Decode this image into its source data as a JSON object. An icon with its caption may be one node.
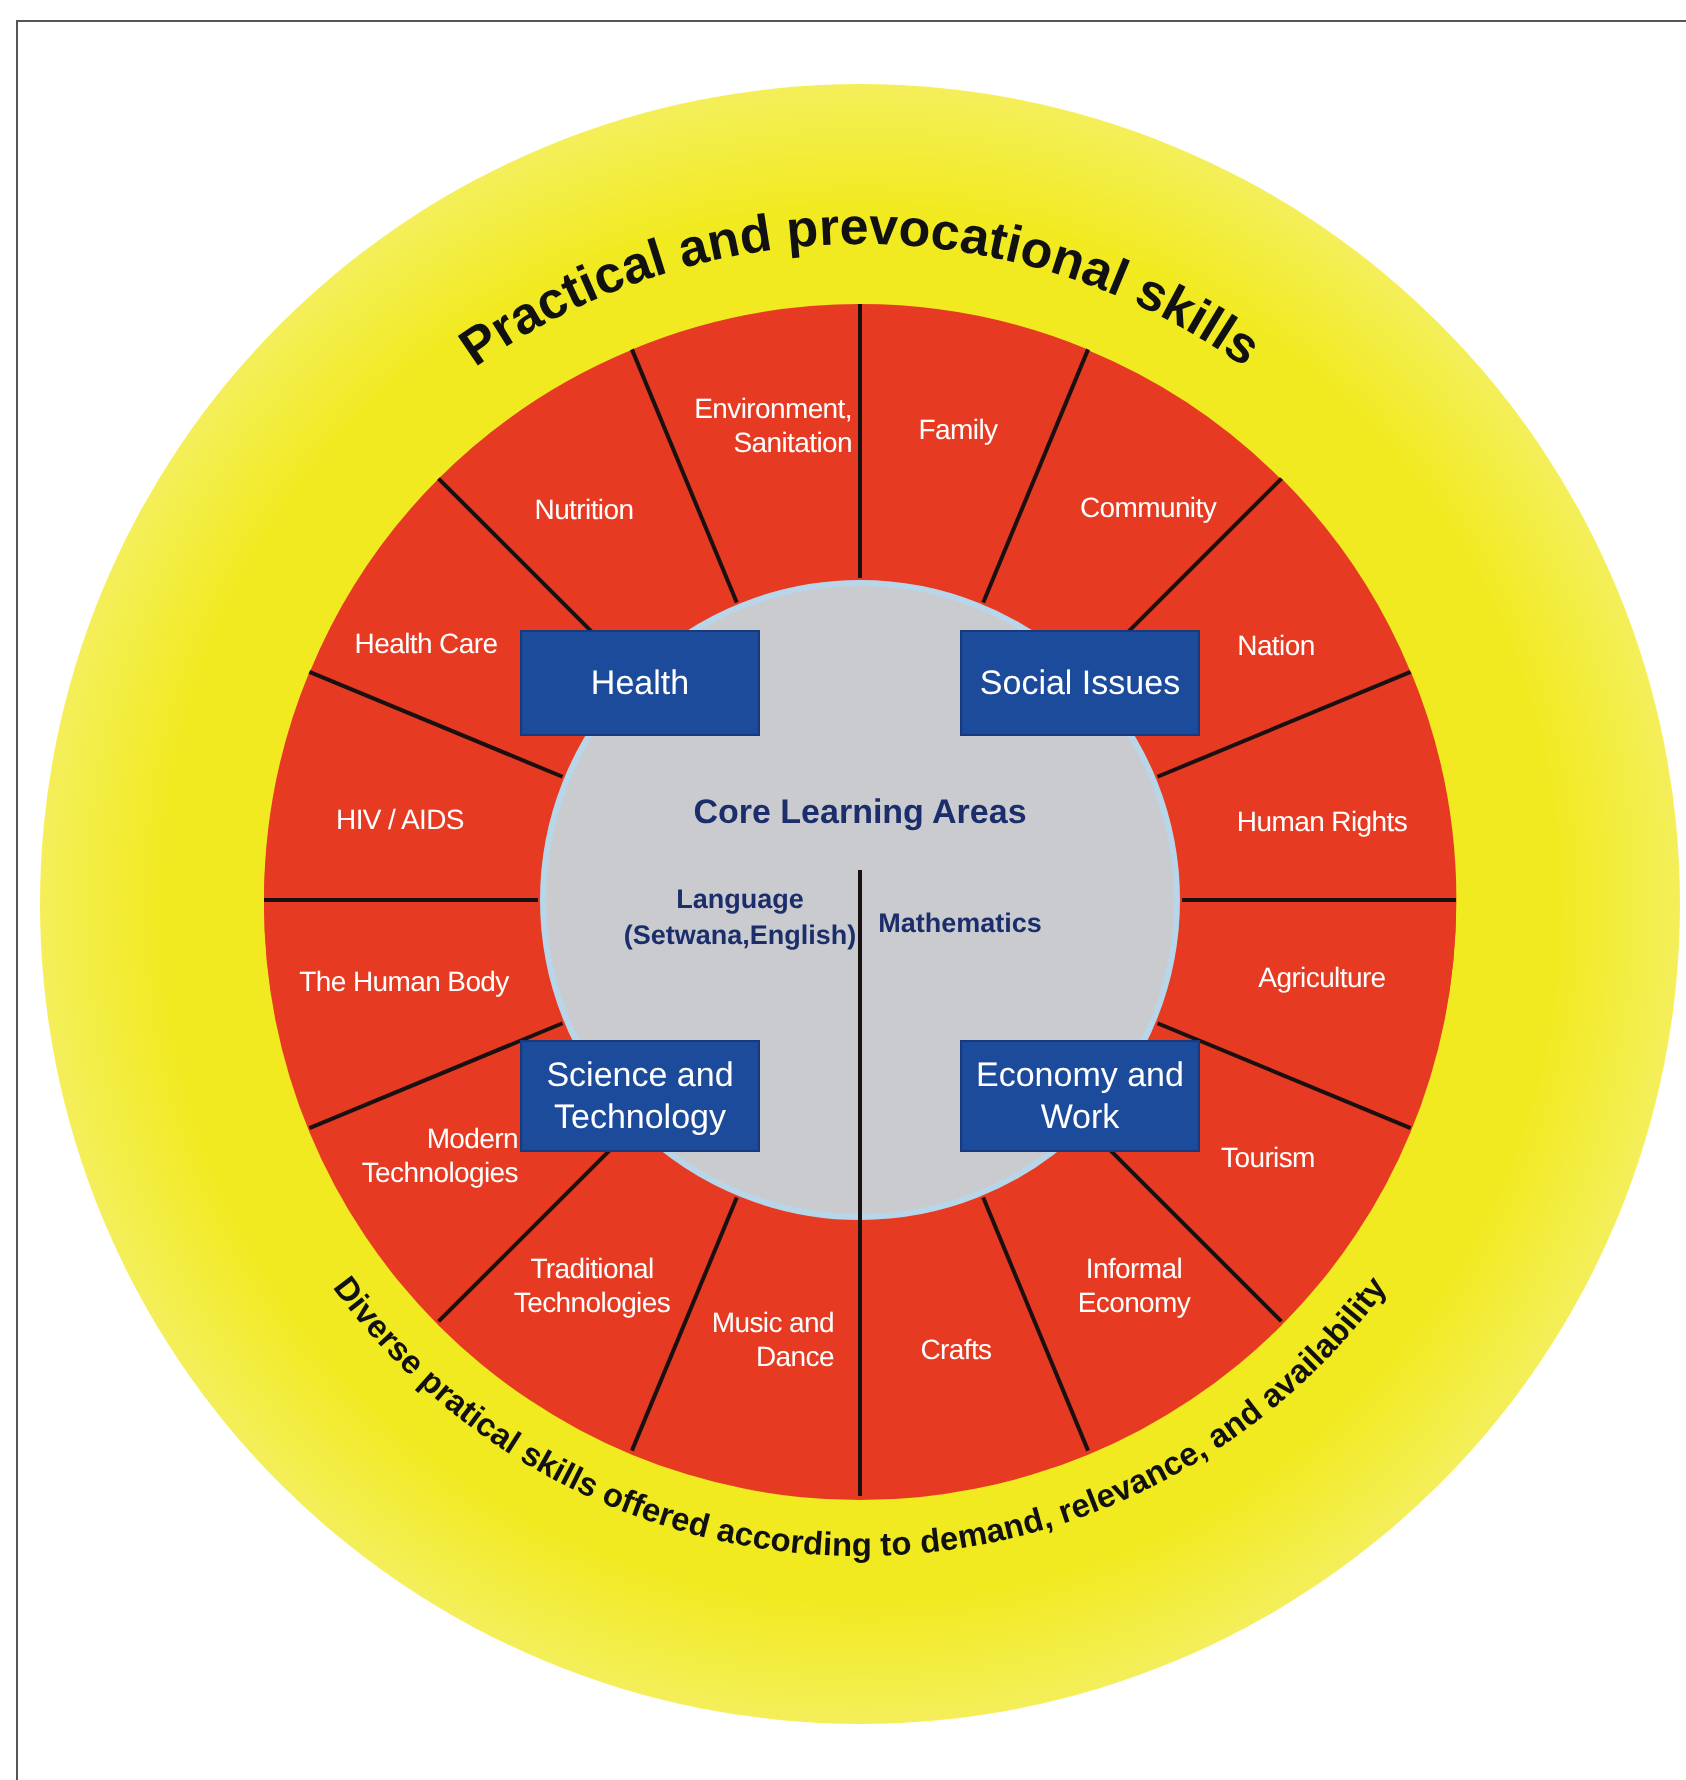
{
  "diagram": {
    "nodes": [
      {
        "text": [
          "Practical and prevocational skills",
          "Diverse pratical skills offered according to demand, relevance, and availability"
        ]
      },
      {
        "text": [
          "Core Learning Areas",
          "Language (Setwana,English)",
          "Mathematics"
        ],
        "in": 0
      },
      {
        "text": [
          "Health"
        ],
        "in": 0
      },
      {
        "text": [
          "Social Issues"
        ],
        "in": 0
      },
      {
        "text": [
          "Science and Technology"
        ],
        "in": 0
      },
      {
        "text": [
          "Economy and Work"
        ],
        "in": 0
      },
      {
        "text": [
          "Environment, Sanitation"
        ],
        "in": 0
      },
      {
        "text": [
          "Nutrition"
        ],
        "in": 0
      },
      {
        "text": [
          "Health Care"
        ],
        "in": 0
      },
      {
        "text": [
          "HIV / AIDS"
        ],
        "in": 0
      },
      {
        "text": [
          "The Human Body"
        ],
        "in": 0
      },
      {
        "text": [
          "Modern Technologies"
        ],
        "in": 0
      },
      {
        "text": [
          "Traditional Technologies"
        ],
        "in": 0
      },
      {
        "text": [
          "Music and Dance"
        ],
        "in": 0
      },
      {
        "text": [
          "Family"
        ],
        "in": 0
      },
      {
        "text": [
          "Community"
        ],
        "in": 0
      },
      {
        "text": [
          "Nation"
        ],
        "in": 0
      },
      {
        "text": [
          "Human Rights"
        ],
        "in": 0
      },
      {
        "text": [
          "Agriculture"
        ],
        "in": 0
      },
      {
        "text": [
          "Tourism"
        ],
        "in": 0
      },
      {
        "text": [
          "Informal Economy"
        ],
        "in": 0
      },
      {
        "text": [
          "Crafts"
        ],
        "in": 0
      }
    ],
    "edges": []
  }
}
